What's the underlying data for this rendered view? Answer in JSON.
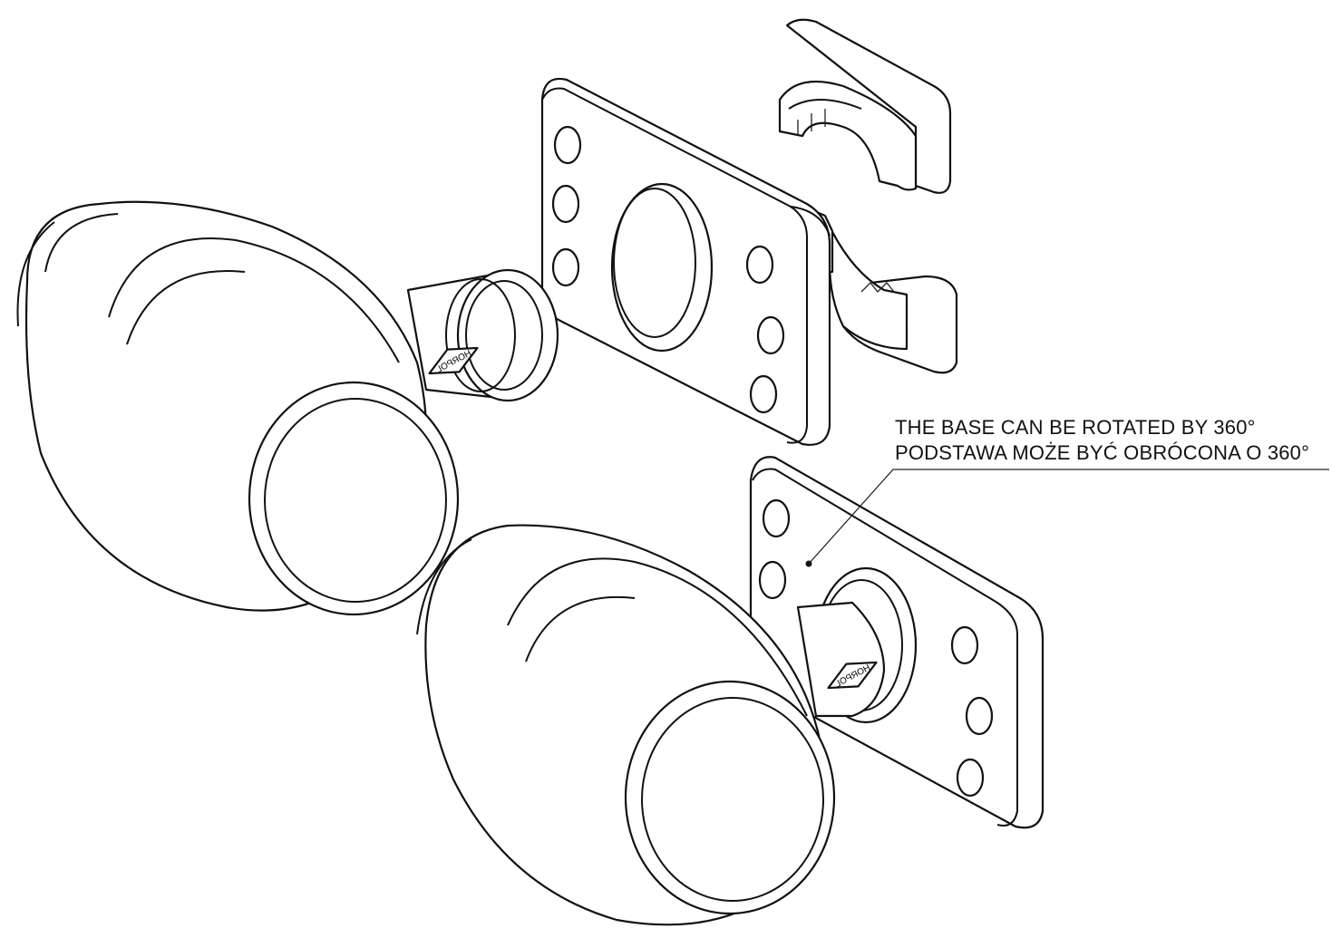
{
  "annotation": {
    "line_en": "THE BASE CAN BE ROTATED BY 360°",
    "line_pl": "PODSTAWA MOŻE BYĆ OBRÓCONA O 360°"
  },
  "logo_text": "HORPOL"
}
